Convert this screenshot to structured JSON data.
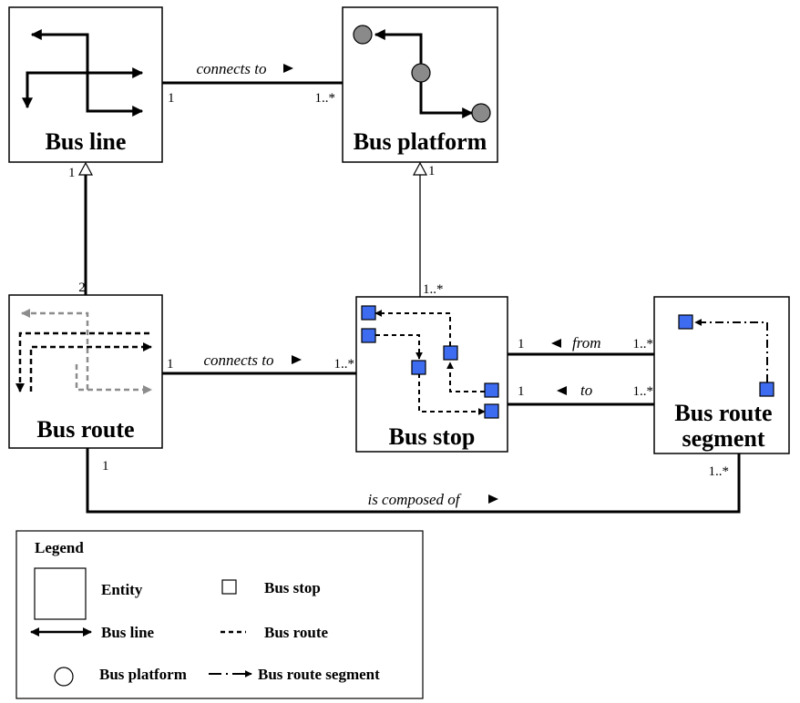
{
  "entities": {
    "bus_line": "Bus line",
    "bus_platform": "Bus platform",
    "bus_route": "Bus route",
    "bus_stop": "Bus stop",
    "bus_route_segment_line1": "Bus route",
    "bus_route_segment_line2": "segment"
  },
  "relations": {
    "line_platform": {
      "label": "connects to",
      "source_mult": "1",
      "target_mult": "1..*"
    },
    "line_route": {
      "top_mult": "1",
      "bottom_mult": "2"
    },
    "platform_stop": {
      "top_mult": "1",
      "bottom_mult": "1..*"
    },
    "route_stop": {
      "label": "connects to",
      "source_mult": "1",
      "target_mult": "1..*"
    },
    "stop_segment_from": {
      "label": "from",
      "left_mult": "1",
      "right_mult": "1..*"
    },
    "stop_segment_to": {
      "label": "to",
      "left_mult": "1",
      "right_mult": "1..*"
    },
    "route_segment": {
      "label": "is composed of",
      "source_mult": "1",
      "target_mult": "1..*"
    }
  },
  "legend": {
    "title": "Legend",
    "entity": "Entity",
    "bus_stop": "Bus stop",
    "bus_line": "Bus line",
    "bus_route": "Bus route",
    "bus_platform": "Bus platform",
    "bus_route_segment": "Bus route segment"
  },
  "colors": {
    "stop_fill": "#3d6cf0",
    "platform_fill": "#8a8a8a",
    "route_grey": "#8c8c8c"
  }
}
